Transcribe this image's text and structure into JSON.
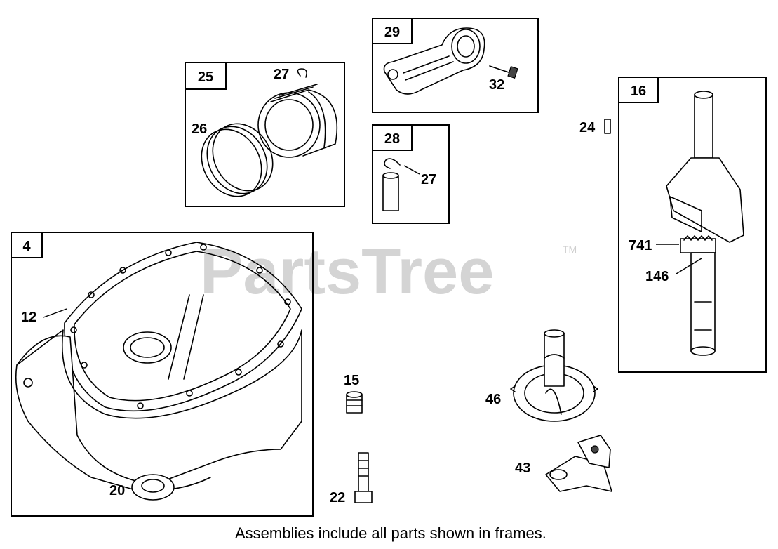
{
  "watermark": {
    "text": "PartsTree",
    "trademark": "TM"
  },
  "frames": {
    "piston": {
      "label": "25"
    },
    "connecting_rod": {
      "label": "29"
    },
    "pin": {
      "label": "28"
    },
    "crankshaft": {
      "label": "16"
    },
    "sump": {
      "label": "4"
    }
  },
  "callouts": {
    "ring_clip_top": "27",
    "ring_set": "26",
    "rod_bolt": "32",
    "pin_clip": "27",
    "key": "24",
    "crank_timing": "741",
    "crank_gear": "146",
    "gasket": "12",
    "plug": "15",
    "seal": "20",
    "bolt": "22",
    "camshaft": "46",
    "governor": "43"
  },
  "footer": {
    "text": "Assemblies include all parts shown in frames."
  }
}
